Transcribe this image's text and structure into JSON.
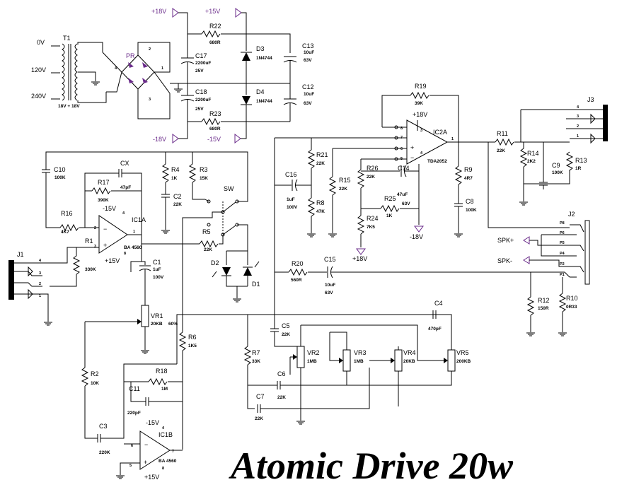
{
  "title": "Atomic Drive 20w",
  "power": {
    "inputs": [
      "0V",
      "120V",
      "240V"
    ],
    "t1": {
      "label": "T1",
      "value": "18V + 18V"
    },
    "bridge": {
      "label": "PR",
      "pins": [
        "1",
        "2",
        "3",
        "4"
      ]
    },
    "rails": {
      "p18": "+18V",
      "m18": "-18V",
      "p15": "+15V",
      "m15": "-15V"
    },
    "c17": {
      "label": "C17",
      "value": "2200uF",
      "v": "25V"
    },
    "c18": {
      "label": "C18",
      "value": "2200uF",
      "v": "25V"
    },
    "r22": {
      "label": "R22",
      "value": "680R"
    },
    "r23": {
      "label": "R23",
      "value": "680R"
    },
    "d3": {
      "label": "D3",
      "value": "1N4744"
    },
    "d4": {
      "label": "D4",
      "value": "1N4744"
    },
    "c13": {
      "label": "C13",
      "value": "10uF",
      "v": "63V"
    },
    "c12": {
      "label": "C12",
      "value": "10uF",
      "v": "63V"
    }
  },
  "preamp": {
    "c10": {
      "label": "C10",
      "value": "100K"
    },
    "cx": {
      "label": "CX",
      "value": "47pF"
    },
    "r17": {
      "label": "R17",
      "value": "390K"
    },
    "r16": {
      "label": "R16",
      "value": "4K7"
    },
    "r1": {
      "label": "R1",
      "value": "330K"
    },
    "ic1a": {
      "label": "IC1A",
      "value": "BA 4560",
      "vneg": "-15V",
      "vpos": "+15V",
      "pins": [
        "4",
        "2",
        "3",
        "8",
        "1"
      ]
    },
    "r4": {
      "label": "R4",
      "value": "1K"
    },
    "r3": {
      "label": "R3",
      "value": "15K"
    },
    "c2": {
      "label": "C2",
      "value": "22K"
    },
    "sw": {
      "label": "SW"
    },
    "r5": {
      "label": "R5",
      "value": "22K"
    },
    "c1": {
      "label": "C1",
      "value": "1uF",
      "v": "100V"
    },
    "d2": {
      "label": "D2"
    },
    "d1": {
      "label": "D1"
    },
    "j1": {
      "label": "J1",
      "pins": [
        "4",
        "3",
        "2",
        "1"
      ]
    },
    "vr1": {
      "label": "VR1",
      "value": "20KB",
      "note": "60%"
    }
  },
  "drive": {
    "r2": {
      "label": "R2",
      "value": "10K"
    },
    "r6": {
      "label": "R6",
      "value": "1K5"
    },
    "r18": {
      "label": "R18",
      "value": "1M"
    },
    "c11": {
      "label": "C11",
      "value": "220pF"
    },
    "c3": {
      "label": "C3",
      "value": "220K"
    },
    "ic1b": {
      "label": "IC1B",
      "value": "BA 4560",
      "vneg": "-15V",
      "vpos": "+15V",
      "pins": [
        "4",
        "6",
        "5",
        "8",
        "7"
      ]
    },
    "r7": {
      "label": "R7",
      "value": "33K"
    },
    "c5": {
      "label": "C5",
      "value": "22K"
    },
    "c6": {
      "label": "C6",
      "value": "22K"
    },
    "c7": {
      "label": "C7",
      "value": "22K"
    },
    "c4": {
      "label": "C4",
      "value": "470pF"
    },
    "vr2": {
      "label": "VR2",
      "value": "1MB"
    },
    "vr3": {
      "label": "VR3",
      "value": "1MB"
    },
    "vr4": {
      "label": "VR4",
      "value": "20KB"
    },
    "vr5": {
      "label": "VR5",
      "value": "200KB"
    }
  },
  "poweramp": {
    "r19": {
      "label": "R19",
      "value": "39K"
    },
    "ic2a": {
      "label": "IC2A",
      "value": "TDA2052",
      "vpos": "+18V",
      "pins": [
        "8",
        "7",
        "6",
        "5",
        "3",
        "4",
        "1"
      ]
    },
    "r21": {
      "label": "R21",
      "value": "22K"
    },
    "c16": {
      "label": "C16",
      "value": "1uF",
      "v": "100V"
    },
    "r8": {
      "label": "R8",
      "value": "47K"
    },
    "r15": {
      "label": "R15",
      "value": "22K"
    },
    "r26": {
      "label": "R26",
      "value": "22K"
    },
    "c14": {
      "label": "C14",
      "value": "47uF",
      "v": "63V"
    },
    "r25": {
      "label": "R25",
      "value": "1K"
    },
    "r24": {
      "label": "R24",
      "value": "7K5"
    },
    "p18b": "+18V",
    "m18b": "-18V",
    "r9": {
      "label": "R9",
      "value": "4R7"
    },
    "c8": {
      "label": "C8",
      "value": "100K"
    },
    "r20": {
      "label": "R20",
      "value": "560R"
    },
    "c15": {
      "label": "C15",
      "value": "10uF",
      "v": "63V"
    }
  },
  "output": {
    "r11": {
      "label": "R11",
      "value": "22K"
    },
    "r14": {
      "label": "R14",
      "value": "2K2"
    },
    "c9": {
      "label": "C9",
      "value": "100K"
    },
    "r13": {
      "label": "R13",
      "value": "1R"
    },
    "j3": {
      "label": "J3",
      "pins": [
        "4",
        "3",
        "2",
        "1"
      ]
    },
    "j2": {
      "label": "J2",
      "pins": [
        "P8",
        "P6",
        "P5",
        "P4",
        "P2",
        "P1"
      ]
    },
    "spkp": "SPK+",
    "spkm": "SPK-",
    "r12": {
      "label": "R12",
      "value": "150R"
    },
    "r10": {
      "label": "R10",
      "value": "0R33"
    }
  }
}
